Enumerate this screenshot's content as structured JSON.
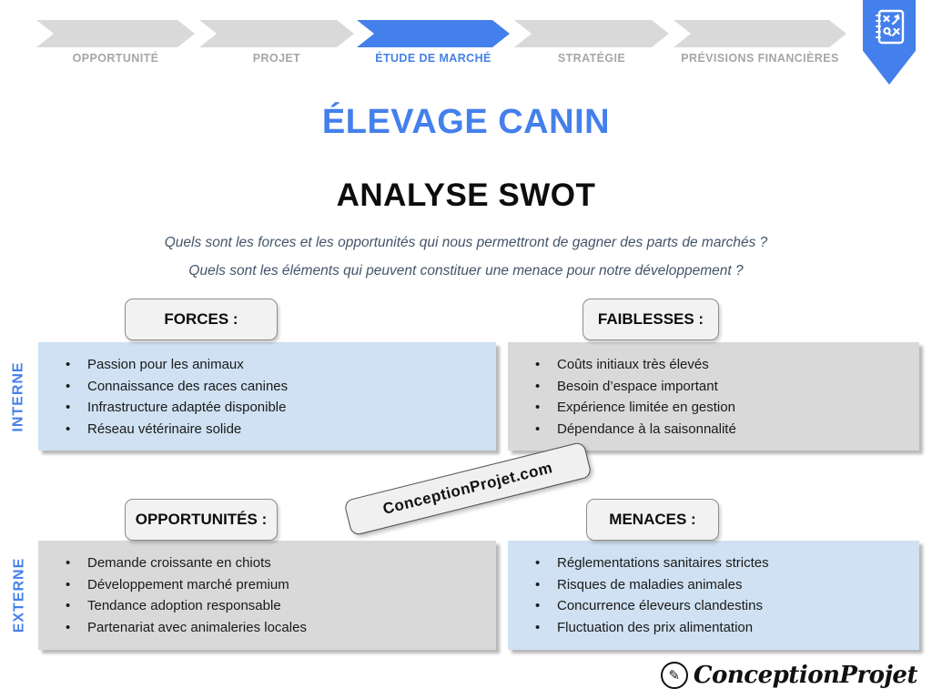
{
  "stepper": {
    "steps": [
      {
        "label": "OPPORTUNITÉ",
        "active": false
      },
      {
        "label": "PROJET",
        "active": false
      },
      {
        "label": "ÉTUDE DE MARCHÉ",
        "active": true
      },
      {
        "label": "STRATÉGIE",
        "active": false
      },
      {
        "label": "PRÉVISIONS FINANCIÈRES",
        "active": false
      }
    ],
    "bookmark_icon": "strategy-playbook-icon"
  },
  "header": {
    "title": "ÉLEVAGE CANIN",
    "subtitle": "ANALYSE SWOT",
    "questions": [
      "Quels sont les forces et les opportunités qui nous permettront de gagner des parts de marchés ?",
      "Quels sont les éléments qui peuvent constituer une menace pour notre développement ?"
    ]
  },
  "axes": {
    "internal_label": "INTERNE",
    "external_label": "EXTERNE"
  },
  "quadrants": [
    {
      "title": "FORCES :",
      "tone": "blue",
      "items": [
        "Passion pour les animaux",
        "Connaissance des races canines",
        "Infrastructure adaptée disponible",
        "Réseau vétérinaire solide"
      ]
    },
    {
      "title": "FAIBLESSES :",
      "tone": "gray",
      "items": [
        "Coûts initiaux très élevés",
        "Besoin d’espace important",
        "Expérience limitée en gestion",
        "Dépendance à la saisonnalité"
      ]
    },
    {
      "title": "OPPORTUNITÉS :",
      "tone": "gray",
      "items": [
        "Demande croissante en chiots",
        "Développement marché premium",
        "Tendance adoption responsable",
        "Partenariat avec animaleries locales"
      ]
    },
    {
      "title": "MENACES :",
      "tone": "blue",
      "items": [
        "Réglementations sanitaires strictes",
        "Risques de maladies animales",
        "Concurrence éleveurs clandestins",
        "Fluctuation des prix alimentation"
      ]
    }
  ],
  "watermark": {
    "text": "ConceptionProjet.com"
  },
  "footer": {
    "logo_text": "ConceptionProjet"
  },
  "colors": {
    "accent_blue": "#4480EB",
    "chevron_gray": "#D9D9D9",
    "step_label_gray": "#A6A6A6",
    "panel_blue": "#CFE1F2",
    "panel_gray": "#D9D9D9",
    "question_text": "#44546A"
  }
}
